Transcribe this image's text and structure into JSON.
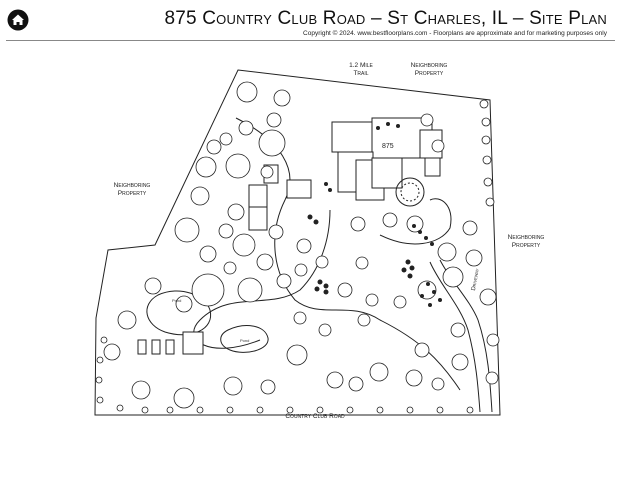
{
  "header": {
    "title": "875 Country Club Road – St Charles, IL – Site Plan",
    "copyright": "Copyright © 2024. www.bestfloorplans.com - Floorplans are approximate and for marketing purposes only",
    "logo_icon": "house-logo-icon"
  },
  "labels": {
    "trail": "1.2 Mile Trail",
    "neighboring_top": "Neighboring Property",
    "neighboring_left": "Neighboring Property",
    "neighboring_right": "Neighboring Property",
    "country_club_road": "Country Club Road",
    "driveway": "Driveway",
    "house_number": "875",
    "pond_1": "Pond",
    "pond_2": "Pond"
  },
  "colors": {
    "line": "#222222",
    "background": "#ffffff"
  }
}
